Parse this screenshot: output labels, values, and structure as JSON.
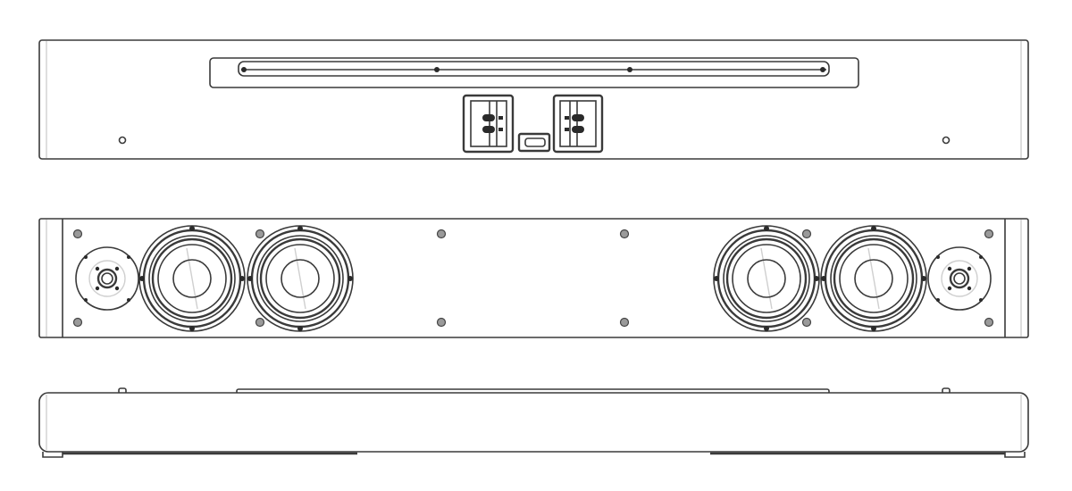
{
  "colors": {
    "line": "#3a3a3a",
    "background": "#ffffff",
    "screw": "#9a9a9a"
  },
  "views": [
    {
      "id": "rear",
      "components": [
        "mounting-slot",
        "speaker-terminal-left",
        "usb-port",
        "speaker-terminal-right",
        "screws"
      ]
    },
    {
      "id": "front",
      "components": [
        "tweeter",
        "woofer",
        "woofer",
        "woofer",
        "woofer",
        "tweeter",
        "screws"
      ]
    },
    {
      "id": "bottom",
      "components": [
        "base",
        "feet"
      ]
    }
  ]
}
